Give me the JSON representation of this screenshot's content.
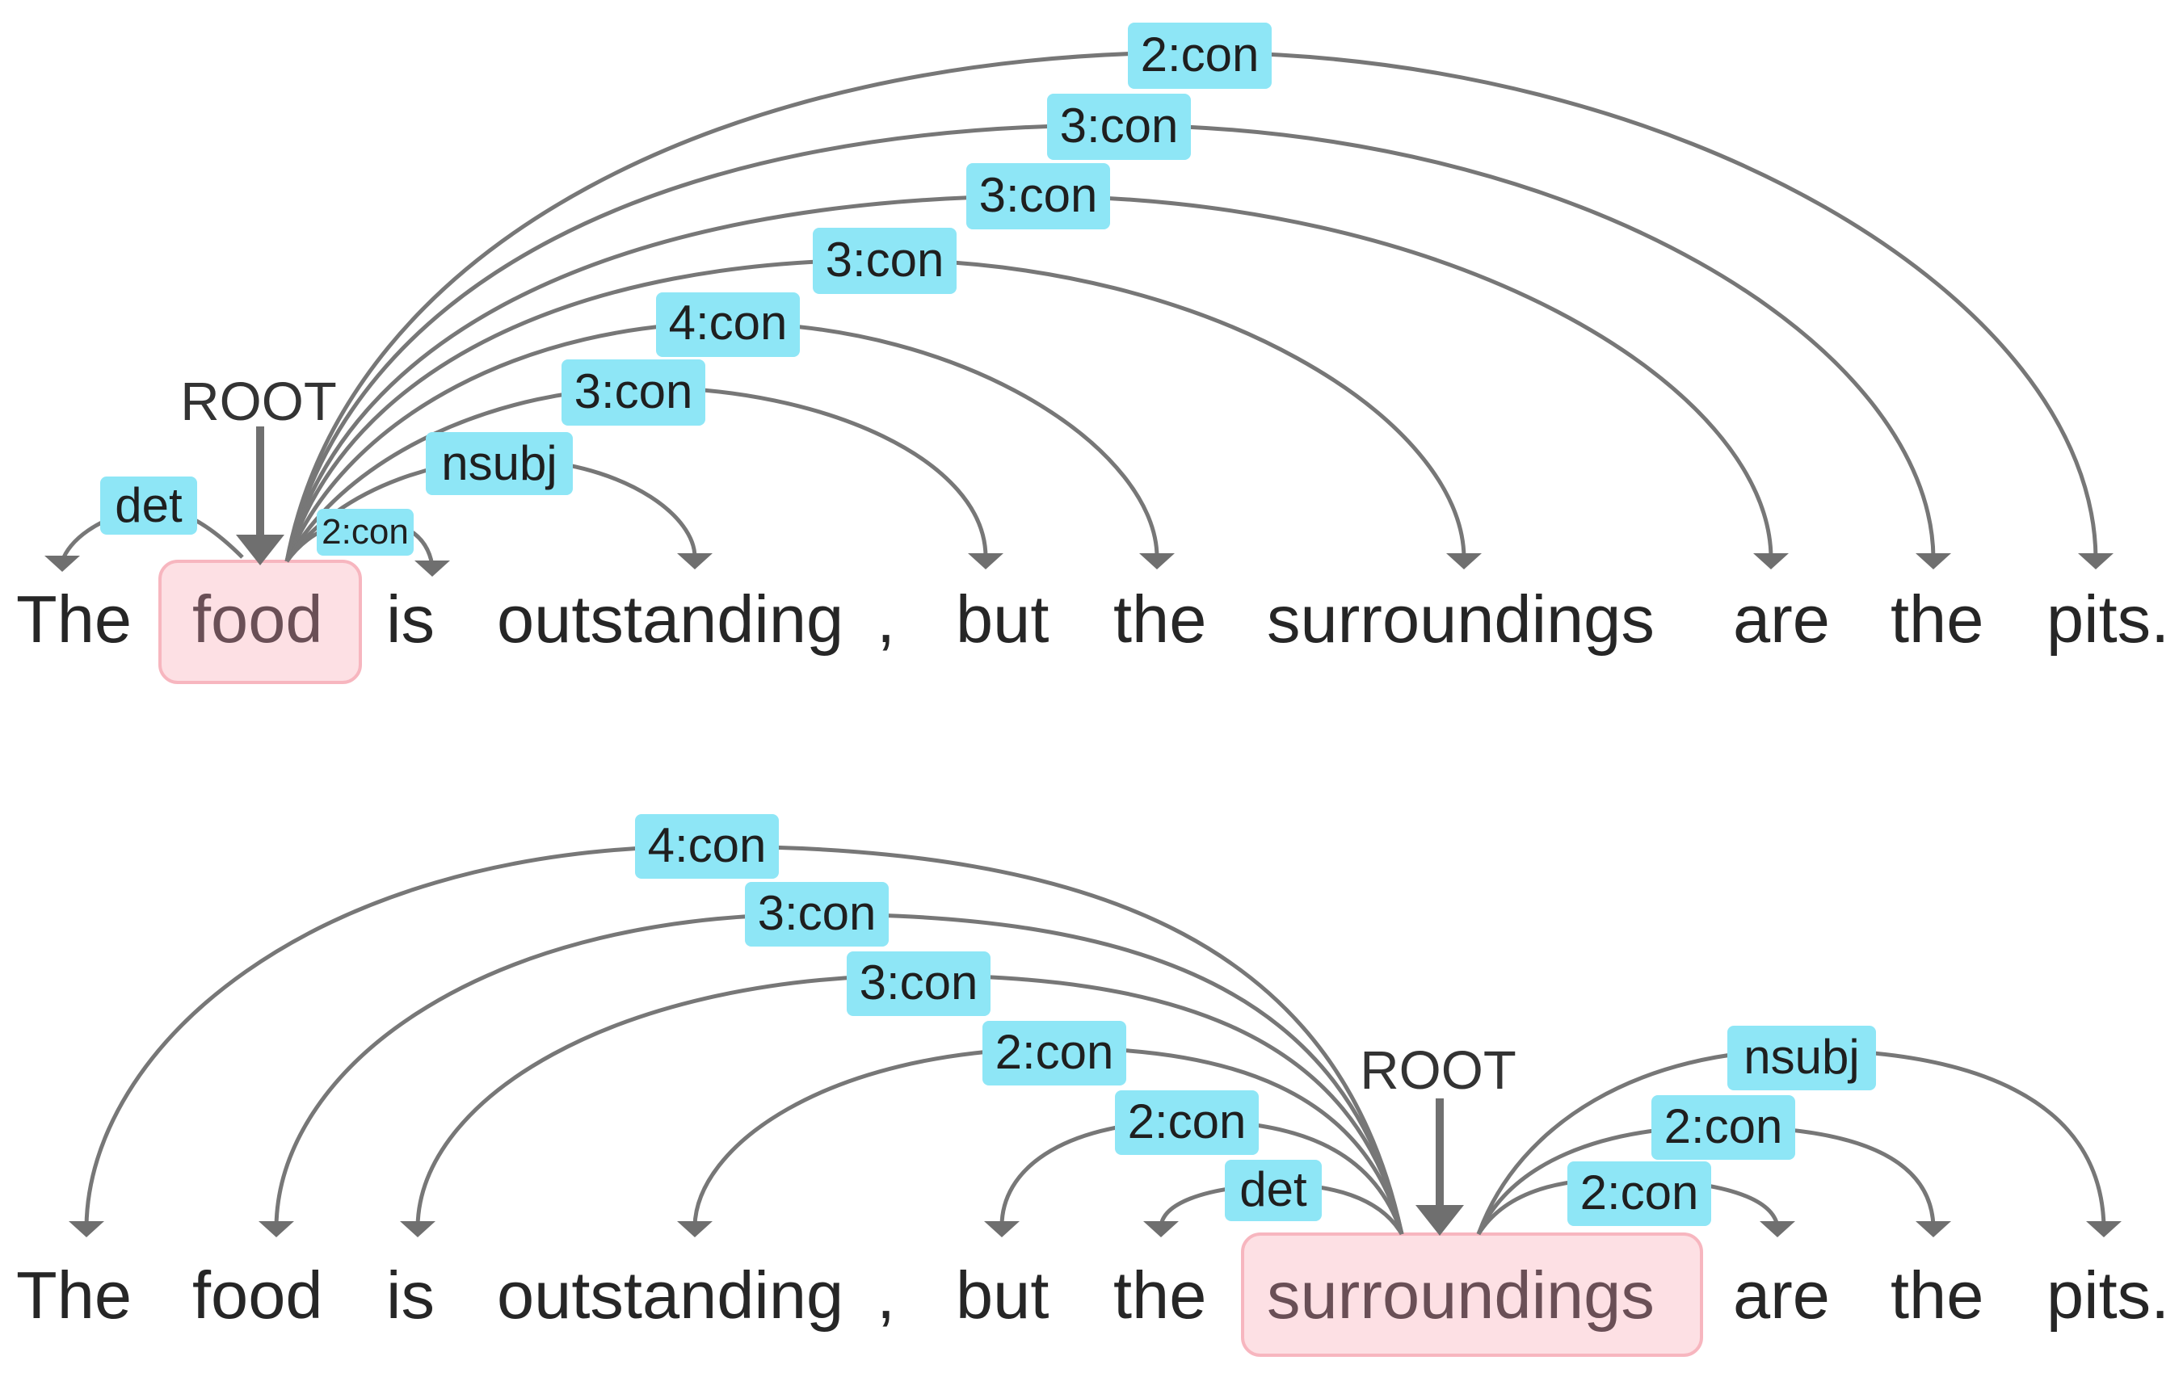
{
  "colors": {
    "label_bg": "#8ee6f6",
    "highlight_bg": "#fde0e4",
    "highlight_border": "#f7b6bf",
    "arc": "#777777",
    "text": "#262626"
  },
  "parses": [
    {
      "words": [
        "The",
        "food",
        "is",
        "outstanding",
        ",",
        "but",
        "the",
        "surroundings",
        "are",
        "the",
        "pits."
      ],
      "root_word": 1,
      "root_label": "ROOT",
      "arcs": [
        {
          "from": 1,
          "to": 0,
          "label": "det"
        },
        {
          "from": 1,
          "to": 2,
          "label": "2:con"
        },
        {
          "from": 1,
          "to": 3,
          "label": "nsubj"
        },
        {
          "from": 1,
          "to": 5,
          "label": "3:con"
        },
        {
          "from": 1,
          "to": 6,
          "label": "4:con"
        },
        {
          "from": 1,
          "to": 7,
          "label": "3:con"
        },
        {
          "from": 1,
          "to": 8,
          "label": "3:con"
        },
        {
          "from": 1,
          "to": 9,
          "label": "3:con"
        },
        {
          "from": 1,
          "to": 10,
          "label": "2:con"
        }
      ]
    },
    {
      "words": [
        "The",
        "food",
        "is",
        "outstanding",
        ",",
        "but",
        "the",
        "surroundings",
        "are",
        "the",
        "pits."
      ],
      "root_word": 7,
      "root_label": "ROOT",
      "arcs": [
        {
          "from": 7,
          "to": 0,
          "label": "4:con"
        },
        {
          "from": 7,
          "to": 1,
          "label": "3:con"
        },
        {
          "from": 7,
          "to": 2,
          "label": "3:con"
        },
        {
          "from": 7,
          "to": 3,
          "label": "2:con"
        },
        {
          "from": 7,
          "to": 5,
          "label": "2:con"
        },
        {
          "from": 7,
          "to": 6,
          "label": "det"
        },
        {
          "from": 7,
          "to": 8,
          "label": "2:con"
        },
        {
          "from": 7,
          "to": 9,
          "label": "2:con"
        },
        {
          "from": 7,
          "to": 10,
          "label": "nsubj"
        }
      ]
    }
  ]
}
